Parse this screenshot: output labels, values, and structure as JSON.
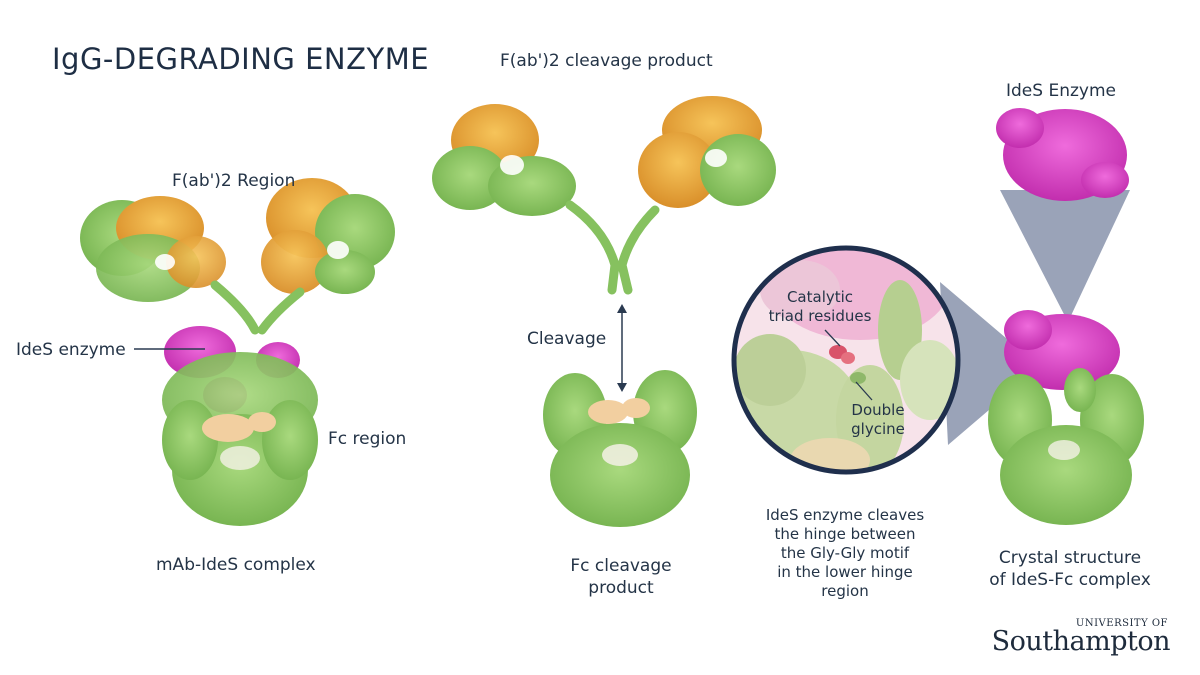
{
  "title": "IgG-DEGRADING ENZYME",
  "labels": {
    "fab_region": "F(ab')2 Region",
    "ides_enzyme_left": "IdeS enzyme",
    "fc_region": "Fc region",
    "mab_complex": "mAb-IdeS complex",
    "fab_product": "F(ab')2 cleavage product",
    "cleavage": "Cleavage",
    "fc_product_line1": "Fc cleavage",
    "fc_product_line2": "product",
    "catalytic_line1": "Catalytic",
    "catalytic_line2": "triad residues",
    "double_line1": "Double",
    "double_line2": "glycine",
    "ides_enzyme_top": "IdeS Enzyme",
    "crystal_line1": "Crystal structure",
    "crystal_line2": "of IdeS-Fc complex"
  },
  "caption": [
    "IdeS enzyme cleaves",
    "the hinge between",
    "the Gly-Gly motif",
    "in the lower hinge",
    "region"
  ],
  "logo": {
    "small": "UNIVERSITY OF",
    "big": "Southampton"
  },
  "colors": {
    "heavy_chain_green": "#8cc665",
    "light_chain_orange": "#e8a43c",
    "enzyme_magenta": "#d93fc4",
    "glycan_peach": "#f2cfa0",
    "zoom_ring_navy": "#1f2f4d",
    "cone_grey": "#9aa3b8"
  }
}
